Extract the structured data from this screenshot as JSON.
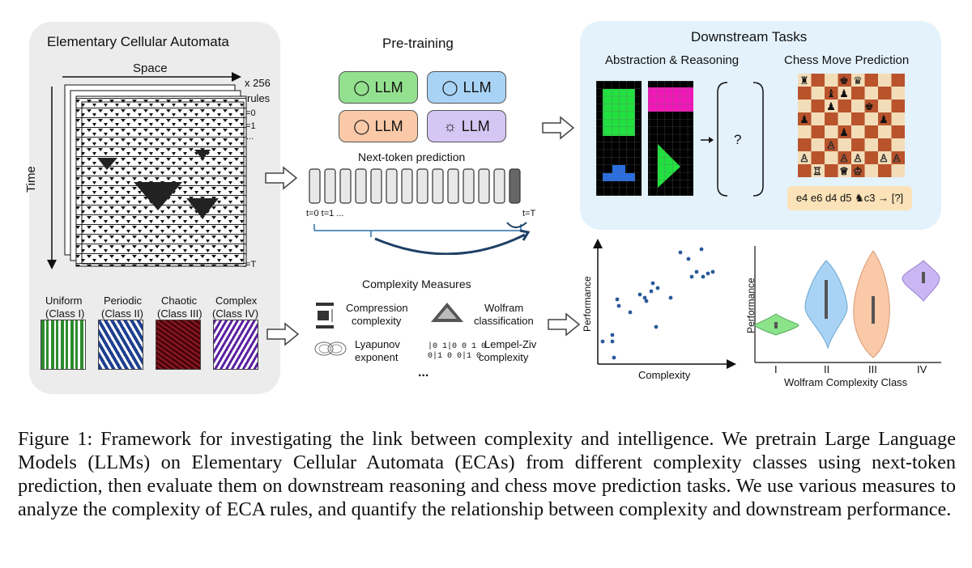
{
  "eca": {
    "title": "Elementary Cellular Automata",
    "space_label": "Space",
    "time_label": "Time",
    "rules_count": "x 256",
    "rules_word": "rules",
    "t0": "t=0",
    "t1": "t=1",
    "dots": "...",
    "tT": "t=T",
    "classes": [
      {
        "name": "Uniform",
        "cls": "(Class I)"
      },
      {
        "name": "Periodic",
        "cls": "(Class II)"
      },
      {
        "name": "Chaotic",
        "cls": "(Class III)"
      },
      {
        "name": "Complex",
        "cls": "(Class IV)"
      }
    ]
  },
  "pretraining": {
    "title": "Pre-training",
    "llm_label": "LLM",
    "llm_colors": [
      "#93e08f",
      "#a9d3f5",
      "#f9c9a8",
      "#d6c6f3"
    ],
    "ntp_label": "Next-token prediction",
    "t_labels": "t=0  t=1   ...",
    "tT": "t=T"
  },
  "complexity": {
    "title": "Complexity Measures",
    "items": {
      "compression": [
        "Compression",
        "complexity"
      ],
      "wolfram": [
        "Wolfram",
        "classification"
      ],
      "lyapunov": [
        "Lyapunov",
        "exponent"
      ],
      "lempel": [
        "Lempel-Ziv",
        "complexity"
      ]
    },
    "bits": [
      "|0 1|0 0 1 0",
      "0|1 0 0|1 0"
    ],
    "more": "..."
  },
  "downstream": {
    "title": "Downstream Tasks",
    "arc_title": "Abstraction & Reasoning",
    "question": "?",
    "chess_title": "Chess Move Prediction",
    "chess_moves": "e4 e6 d4 d5 ♞c3 → [?]"
  },
  "scatter": {
    "ylabel": "Performance",
    "xlabel": "Complexity"
  },
  "violin": {
    "ylabel": "Performance",
    "xlabel": "Wolfram Complexity Class",
    "classes": [
      "I",
      "II",
      "III",
      "IV"
    ],
    "colors": [
      "#8be38a",
      "#a9d3f5",
      "#f9c9a8",
      "#c9b6f3"
    ]
  },
  "caption": "Figure 1: Framework for investigating the link between complexity and intelligence. We pretrain Large Language Models (LLMs) on Elementary Cellular Automata (ECAs) from different complexity classes using next-token prediction, then evaluate them on downstream reasoning and chess move prediction tasks. We use various measures to analyze the complexity of ECA rules, and quantify the relationship between complexity and downstream performance."
}
